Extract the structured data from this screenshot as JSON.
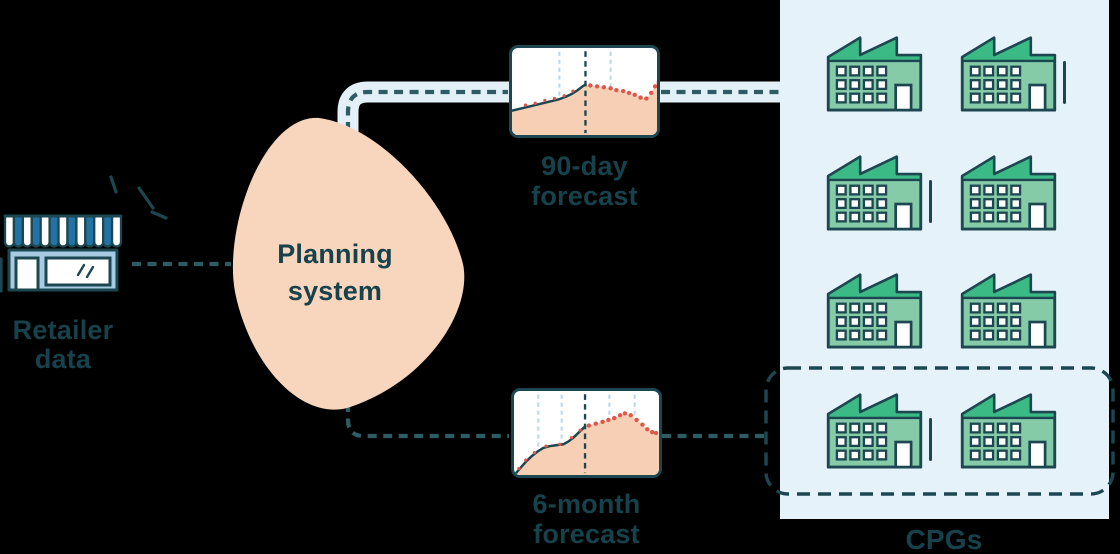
{
  "diagram": {
    "retailer": {
      "label": "Retailer\ndata"
    },
    "planning": {
      "label": "Planning\nsystem"
    },
    "forecast_90": {
      "label": "90-day\nforecast"
    },
    "forecast_6m": {
      "label": "6-month\nforecast"
    },
    "cpgs": {
      "label": "CPGs",
      "factory_count": 8,
      "highlighted_count": 2
    }
  },
  "colors": {
    "background": "#000000",
    "ink": "#1C4750",
    "text": "#17414B",
    "connector": "#2E5C65",
    "pipe": "#E3F0F8",
    "panel": "#E6F2F9",
    "blob": "#F8D5BD",
    "chart_area": "#F6CFB5",
    "dot": "#DD584A",
    "guide_light": "#BED9ED",
    "factory_body": "#86CBA8",
    "factory_roof": "#3BBA86",
    "awning_blue": "#2272A6",
    "store_body": "#A7CBE3"
  },
  "chart_data": [
    {
      "name": "90-day forecast",
      "type": "area-line-dots",
      "x_range": [
        0,
        150
      ],
      "y_range": [
        0,
        93
      ],
      "actual": [
        [
          0,
          67
        ],
        [
          8,
          65
        ],
        [
          16,
          63
        ],
        [
          24,
          61
        ],
        [
          32,
          59
        ],
        [
          40,
          57
        ],
        [
          48,
          55
        ],
        [
          56,
          52
        ],
        [
          62,
          49
        ],
        [
          68,
          45
        ],
        [
          73,
          41
        ],
        [
          76,
          39
        ]
      ],
      "actual_dots": [
        [
          14,
          61
        ],
        [
          24,
          59
        ],
        [
          34,
          56
        ],
        [
          44,
          54
        ],
        [
          54,
          51
        ],
        [
          63,
          46
        ]
      ],
      "predicted": [
        [
          81,
          40
        ],
        [
          88,
          41
        ],
        [
          95,
          42
        ],
        [
          102,
          43
        ],
        [
          108,
          45
        ],
        [
          115,
          46
        ],
        [
          121,
          48
        ],
        [
          127,
          50
        ],
        [
          133,
          53
        ],
        [
          139,
          54
        ],
        [
          144,
          48
        ],
        [
          148,
          41
        ]
      ],
      "right_edge_top": 34,
      "guides_light": [
        49,
        102
      ],
      "guide_dark": 76
    },
    {
      "name": "6-month forecast",
      "type": "area-line-dots",
      "x_range": [
        0,
        149
      ],
      "y_range": [
        0,
        90
      ],
      "actual": [
        [
          2,
          88
        ],
        [
          7,
          82
        ],
        [
          12,
          76
        ],
        [
          18,
          70
        ],
        [
          24,
          65
        ],
        [
          30,
          61
        ],
        [
          37,
          59
        ],
        [
          44,
          58
        ],
        [
          51,
          57
        ],
        [
          56,
          54
        ],
        [
          61,
          50
        ],
        [
          66,
          45
        ],
        [
          70,
          41
        ],
        [
          73,
          38
        ]
      ],
      "actual_dots": [
        [
          5,
          83
        ],
        [
          12,
          74
        ],
        [
          21,
          66
        ],
        [
          33,
          59
        ],
        [
          47,
          57
        ],
        [
          59,
          50
        ],
        [
          68,
          42
        ]
      ],
      "predicted": [
        [
          77,
          37
        ],
        [
          84,
          35
        ],
        [
          91,
          33
        ],
        [
          97,
          31
        ],
        [
          103,
          29
        ],
        [
          109,
          26
        ],
        [
          114,
          24
        ],
        [
          120,
          26
        ],
        [
          126,
          31
        ],
        [
          132,
          36
        ],
        [
          137,
          41
        ],
        [
          142,
          44
        ],
        [
          146,
          45
        ]
      ],
      "right_edge_top": 47,
      "guides_light": [
        25,
        49,
        98,
        124
      ],
      "guide_dark": 73
    }
  ]
}
